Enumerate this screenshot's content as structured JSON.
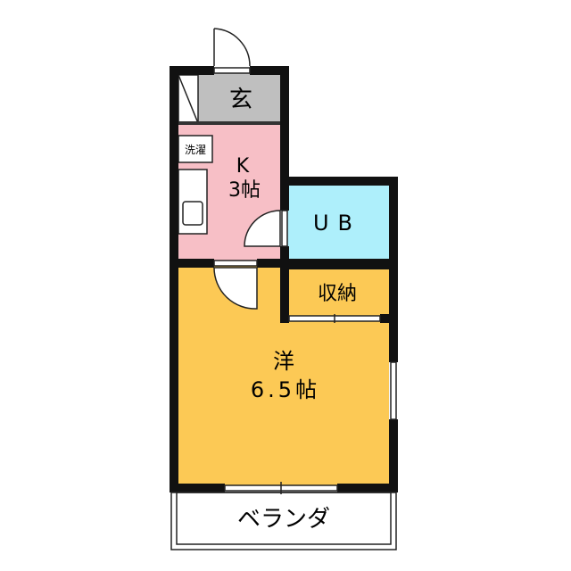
{
  "rooms": {
    "entrance": {
      "label": "玄",
      "color": "#BFBFBF"
    },
    "laundry": {
      "label": "洗濯"
    },
    "kitchen": {
      "label_line1": "K",
      "label_line2": "3帖",
      "color": "#F7BFC6"
    },
    "unit_bath": {
      "label": "UB",
      "color": "#AEEFFB"
    },
    "storage": {
      "label": "収納",
      "color": "#D9D7CF"
    },
    "western_room": {
      "label_line1": "洋",
      "label_line2": "6.5帖",
      "color": "#FCC955"
    },
    "balcony": {
      "label": "ベランダ"
    }
  },
  "colors": {
    "wall": "#111111",
    "thin_line": "#222222"
  }
}
